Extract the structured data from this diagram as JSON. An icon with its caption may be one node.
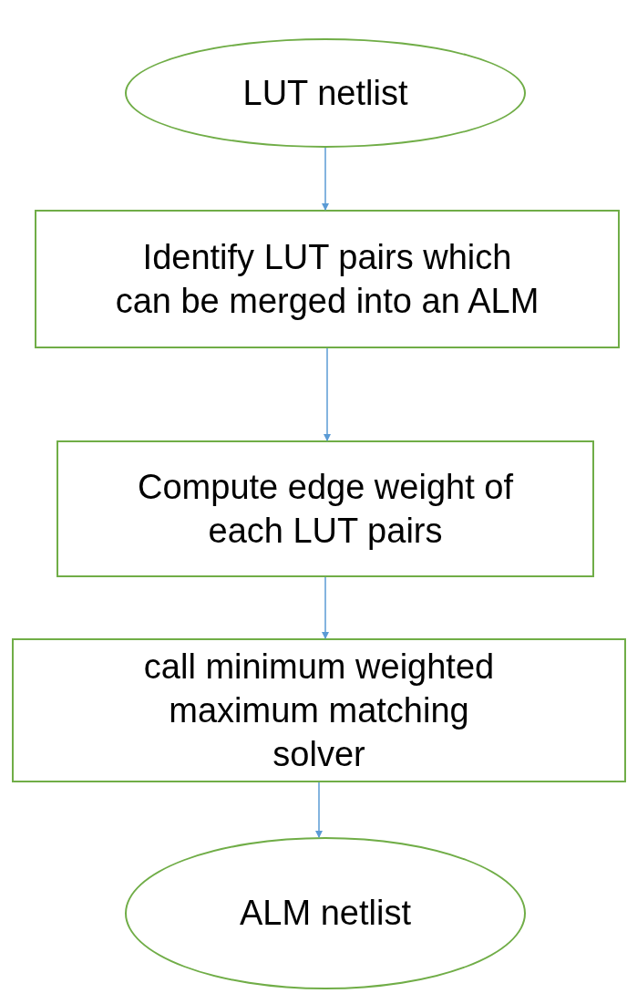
{
  "diagram": {
    "nodes": [
      {
        "text": [
          "LUT netlist"
        ]
      },
      {
        "text": [
          "Identify LUT pairs which can be merged into an ALM"
        ]
      },
      {
        "text": [
          "Compute edge weight of each LUT pairs"
        ]
      },
      {
        "text": [
          "call minimum weighted maximum matching solver"
        ]
      },
      {
        "text": [
          "ALM netlist"
        ]
      }
    ],
    "edges": [
      {
        "from": 0,
        "to": 1,
        "arrow": "to"
      },
      {
        "from": 1,
        "to": 2,
        "arrow": "to"
      },
      {
        "from": 2,
        "to": 3,
        "arrow": "to"
      },
      {
        "from": 3,
        "to": 4,
        "arrow": "to"
      }
    ]
  }
}
